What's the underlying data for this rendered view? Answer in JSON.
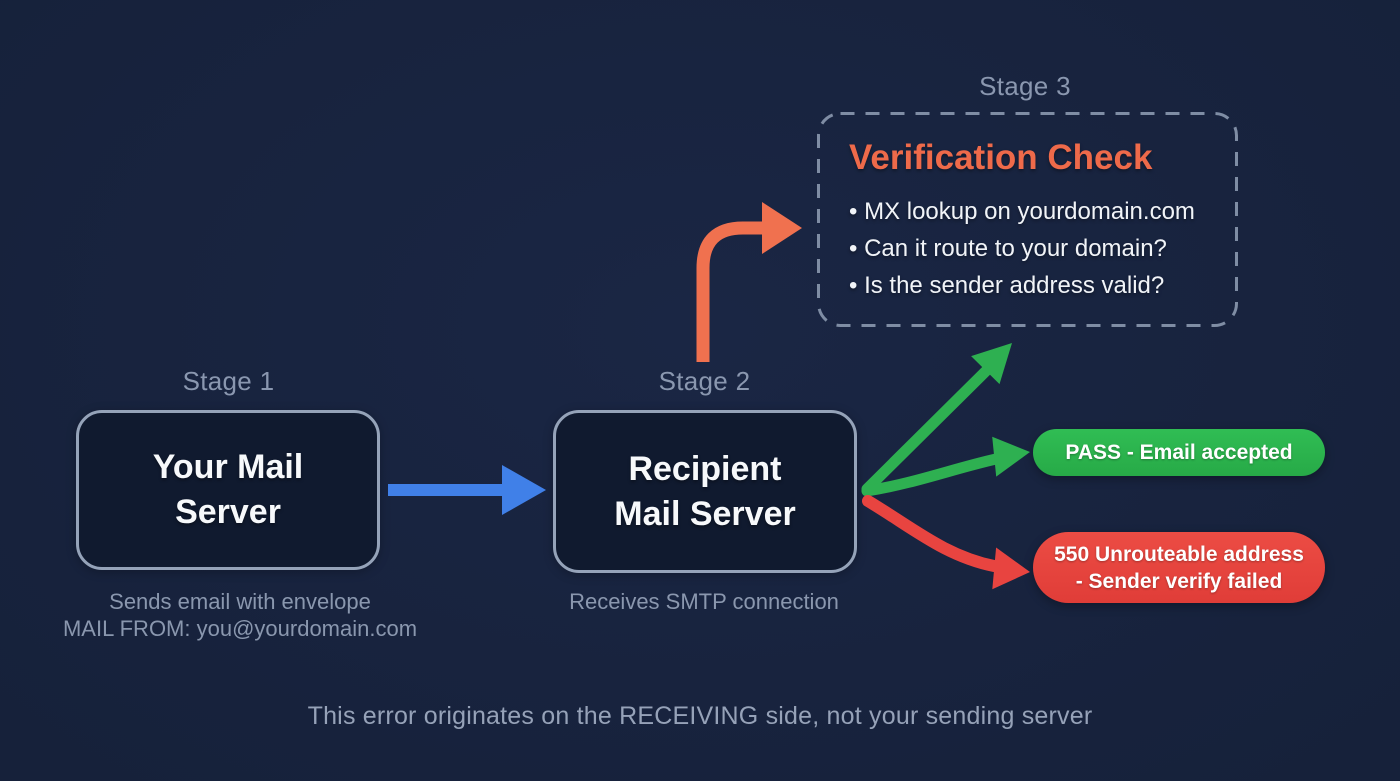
{
  "title": "Email sender verification flow diagram",
  "colors": {
    "background": "#16213a",
    "box_fill": "#101a2f",
    "box_border": "#95a3b9",
    "dashed_border": "#7f8da4",
    "stage_label": "#8a97af",
    "caption": "#8a97ae",
    "white_text": "#f7f9fb",
    "verification_title": "#ee6a4a",
    "arrow_blue": "#4080e8",
    "arrow_orange": "#f0714f",
    "arrow_green": "#2eb051",
    "arrow_red": "#e84440",
    "pill_pass_green": "#2bb54d",
    "pill_fail_red": "#e8463f",
    "footer_text": "#96a2b8"
  },
  "stage1": {
    "label": "Stage 1",
    "title_line1": "Your Mail",
    "title_line2": "Server",
    "caption_line1": "Sends email with envelope",
    "caption_line2": "MAIL FROM: you@yourdomain.com"
  },
  "stage2": {
    "label": "Stage 2",
    "title_line1": "Recipient",
    "title_line2": "Mail Server",
    "caption": "Receives SMTP connection"
  },
  "stage3": {
    "label": "Stage 3",
    "title": "Verification Check",
    "bullets": [
      "• MX lookup on yourdomain.com",
      "• Can it route to your domain?",
      "• Is the sender address valid?"
    ]
  },
  "outcomes": {
    "pass_label": "PASS - Email accepted",
    "fail_line1": "550 Unrouteable address",
    "fail_line2": "- Sender verify failed"
  },
  "footer": "This error originates on the RECEIVING side, not your sending server"
}
